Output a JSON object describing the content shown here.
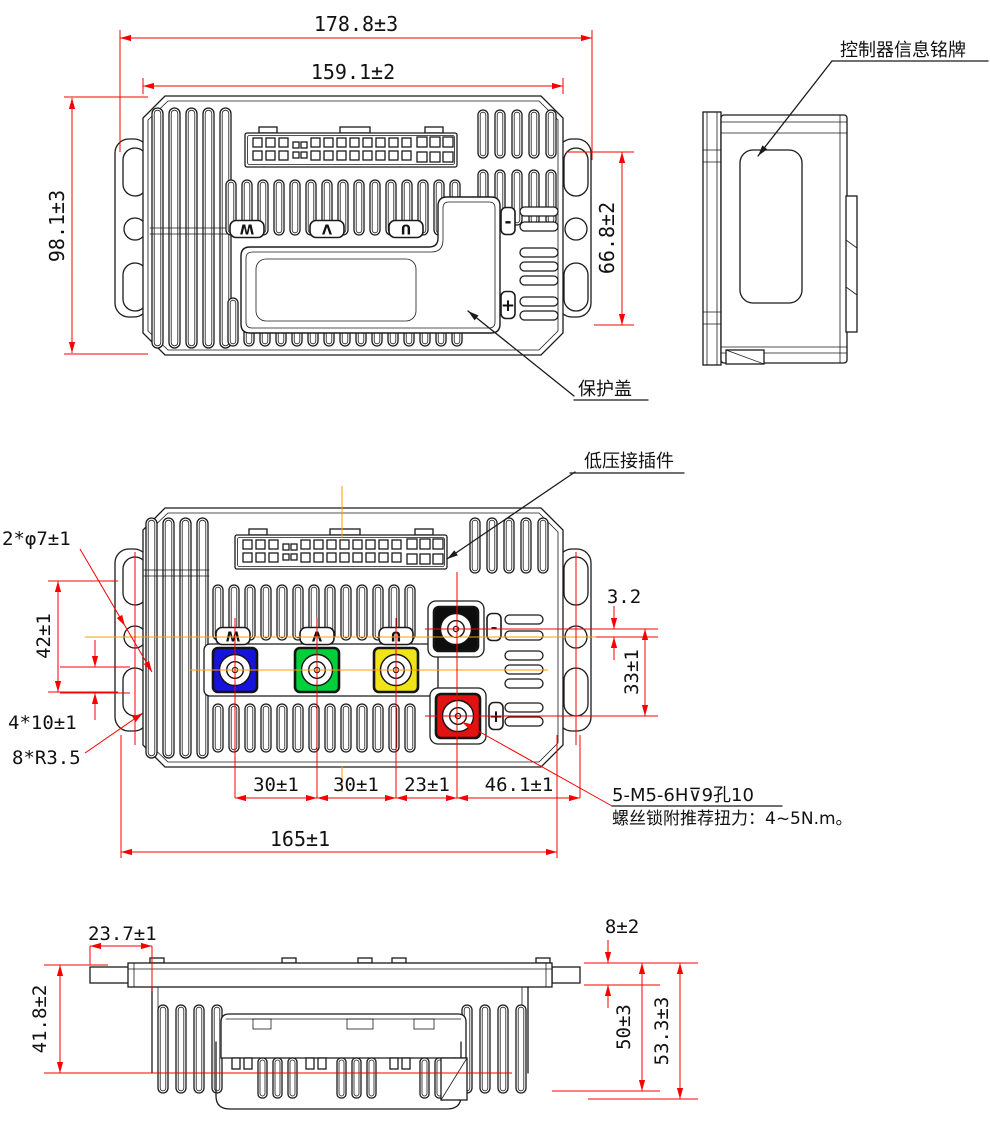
{
  "meta": {
    "type": "engineering-drawing",
    "units": "mm"
  },
  "colors": {
    "dimension_line": "#fa0000",
    "centerline": "#ff9d00",
    "drawing_line": "#1b1b1b",
    "terminal_w": "#1414dc",
    "terminal_v": "#00cf3c",
    "terminal_u": "#efe41a",
    "terminal_negative": "#0d0d0d",
    "terminal_positive": "#e01212"
  },
  "top_view": {
    "dim_overall_width": "178.8±3",
    "dim_body_width": "159.1±2",
    "dim_height": "98.1±3",
    "dim_right_height": "66.8±2",
    "label_nameplate": "控制器信息铭牌",
    "label_cover": "保护盖",
    "phase_w": "W",
    "phase_v": "V",
    "phase_u": "U",
    "neg": "-",
    "pos": "+"
  },
  "middle_view": {
    "label_connector": "低压接插件",
    "dim_holes": "2*φ7±1",
    "dim_hole_pitch": "42±1",
    "dim_slot": "4*10±1",
    "dim_fillet": "8*R3.5",
    "dim_offset": "3.2",
    "dim_vertical_pitch": "33±1",
    "dim_pitch_wv": "30±1",
    "dim_pitch_vu": "30±1",
    "dim_pitch_ub": "23±1",
    "dim_pitch_edge": "46.1±1",
    "dim_overall": "165±1",
    "note_thread": "5-M5-6H⊽9孔10",
    "note_torque": "螺丝锁附推荐扭力：4~5N.m。",
    "phase_w": "W",
    "phase_v": "V",
    "phase_u": "U",
    "neg": "-",
    "pos": "+"
  },
  "bottom_view": {
    "dim_flange_inset": "23.7±1",
    "dim_fin_height": "41.8±2",
    "dim_plate_step": "8±2",
    "dim_body_height": "50±3",
    "dim_total_height": "53.3±3"
  }
}
